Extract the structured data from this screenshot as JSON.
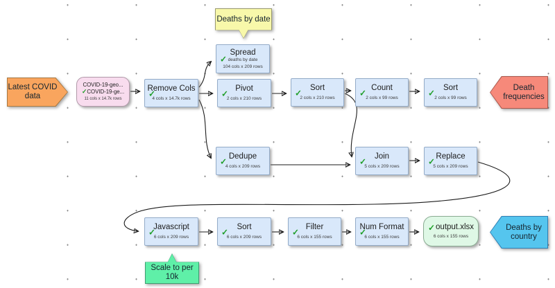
{
  "canvas": {
    "description": "data transform workflow canvas",
    "colors": {
      "node_fill": "#d9e8fa",
      "node_border": "#93abc8",
      "source_fill": "#f8dcee",
      "output_file_fill": "#dff8e6",
      "input_marker_fill": "#f9a55e",
      "output_marker_red_fill": "#f6897a",
      "output_marker_cyan_fill": "#55c5ee",
      "note_yellow_fill": "#f8f8aa",
      "note_green_fill": "#5ff0a8",
      "check_green": "#1e9e27",
      "edge_color": "#1a1a1a"
    }
  },
  "status": {
    "check_icon": "✓"
  },
  "input_marker": {
    "label": "Latest COVID data"
  },
  "output_markers": {
    "death_frequencies": {
      "label": "Death frequencies"
    },
    "deaths_by_country": {
      "label": "Deaths by country"
    }
  },
  "notes": {
    "deaths_by_date": {
      "label": "Deaths by date"
    },
    "scale": {
      "label": "Scale to per 10k"
    }
  },
  "source": {
    "file_line1": "COVID-19-geo...",
    "file_line2": "COVID-19-ge...",
    "stats": "11 cols x 14.7k rows"
  },
  "nodes": {
    "remove_cols": {
      "title": "Remove Cols",
      "stats": "4 cols x 14.7k rows"
    },
    "spread": {
      "title": "Spread",
      "sublabel": "deaths by date",
      "stats": "104 cols x 209 rows"
    },
    "pivot": {
      "title": "Pivot",
      "stats": "2 cols x 210 rows"
    },
    "sort1": {
      "title": "Sort",
      "stats": "2 cols x 210 rows"
    },
    "count": {
      "title": "Count",
      "stats": "2 cols x 99 rows"
    },
    "sort2": {
      "title": "Sort",
      "stats": "2 cols x 99 rows"
    },
    "dedupe": {
      "title": "Dedupe",
      "stats": "4 cols x 209 rows"
    },
    "join": {
      "title": "Join",
      "stats": "5 cols x 209 rows"
    },
    "replace": {
      "title": "Replace",
      "stats": "5 cols x 209 rows"
    },
    "javascript": {
      "title": "Javascript",
      "stats": "6 cols x 209 rows"
    },
    "sort3": {
      "title": "Sort",
      "stats": "6 cols x 209 rows"
    },
    "filter": {
      "title": "Filter",
      "stats": "6 cols x 155 rows"
    },
    "num_format": {
      "title": "Num Format",
      "stats": "6 cols x 155 rows"
    },
    "output": {
      "title": "output.xlsx",
      "stats": "6 cols x 155 rows"
    }
  }
}
